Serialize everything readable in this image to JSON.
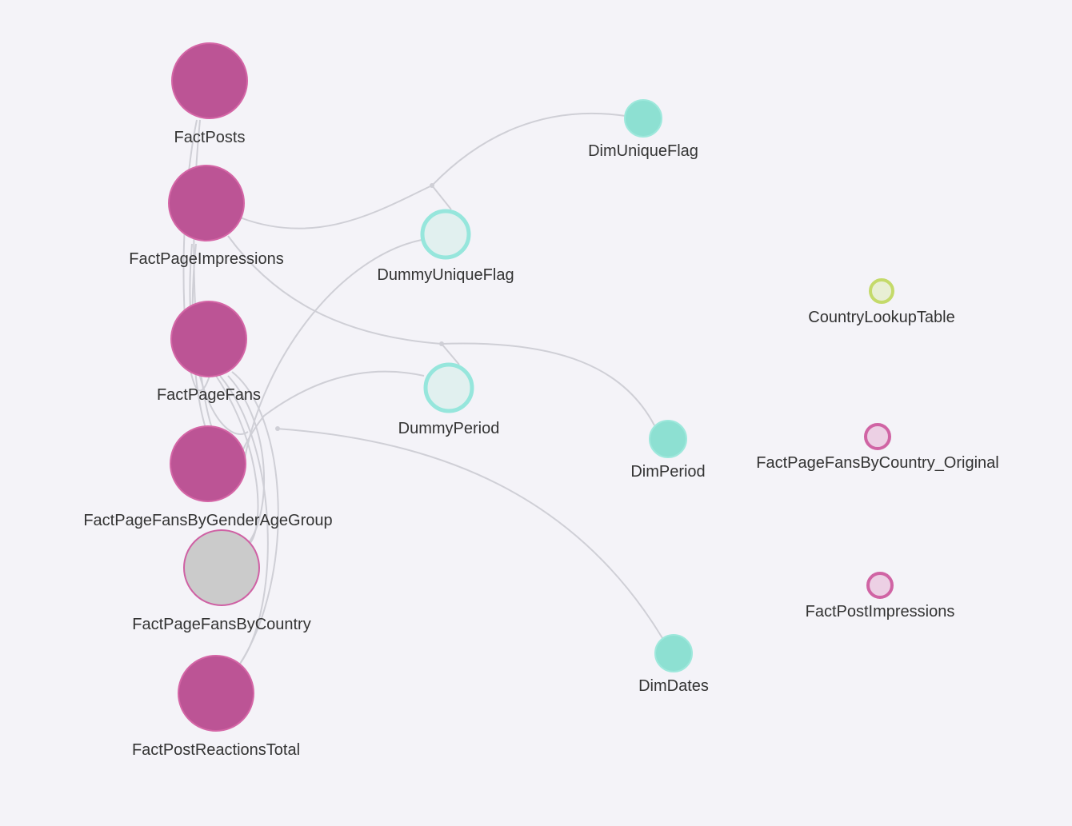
{
  "colors": {
    "fact_fill": "#bc5495",
    "fact_stroke": "#d466a6",
    "dim_fill": "#8de0d2",
    "dim_stroke": "#9ee8dc",
    "dummy_fill": "#e1f0ef",
    "dummy_stroke": "#96e6dc",
    "gray_fill": "#cbcbcb",
    "gray_stroke": "#cf61a4",
    "lookup_fill": "#e8efd4",
    "lookup_stroke": "#c4da6a",
    "disconnected_fact_fill": "#ecd0e4",
    "disconnected_fact_stroke": "#d064a4",
    "edge": "#cfcfd6",
    "label": "#333333",
    "background": "#f4f3f8"
  },
  "nodes": [
    {
      "id": "FactPosts",
      "label": "FactPosts",
      "style": "fact"
    },
    {
      "id": "FactPageImpressions",
      "label": "FactPageImpressions",
      "style": "fact"
    },
    {
      "id": "FactPageFans",
      "label": "FactPageFans",
      "style": "fact"
    },
    {
      "id": "FactPageFansByGenderAgeGroup",
      "label": "FactPageFansByGenderAgeGroup",
      "style": "fact"
    },
    {
      "id": "FactPageFansByCountry",
      "label": "FactPageFansByCountry",
      "style": "gray"
    },
    {
      "id": "FactPostReactionsTotal",
      "label": "FactPostReactionsTotal",
      "style": "fact"
    },
    {
      "id": "DimUniqueFlag",
      "label": "DimUniqueFlag",
      "style": "dim"
    },
    {
      "id": "DummyUniqueFlag",
      "label": "DummyUniqueFlag",
      "style": "dummy"
    },
    {
      "id": "DummyPeriod",
      "label": "DummyPeriod",
      "style": "dummy"
    },
    {
      "id": "DimPeriod",
      "label": "DimPeriod",
      "style": "dim"
    },
    {
      "id": "DimDates",
      "label": "DimDates",
      "style": "dim"
    },
    {
      "id": "CountryLookupTable",
      "label": "CountryLookupTable",
      "style": "lookup"
    },
    {
      "id": "FactPageFansByCountry_Original",
      "label": "FactPageFansByCountry_Original",
      "style": "disconnected_fact"
    },
    {
      "id": "FactPostImpressions",
      "label": "FactPostImpressions",
      "style": "disconnected_fact"
    }
  ]
}
